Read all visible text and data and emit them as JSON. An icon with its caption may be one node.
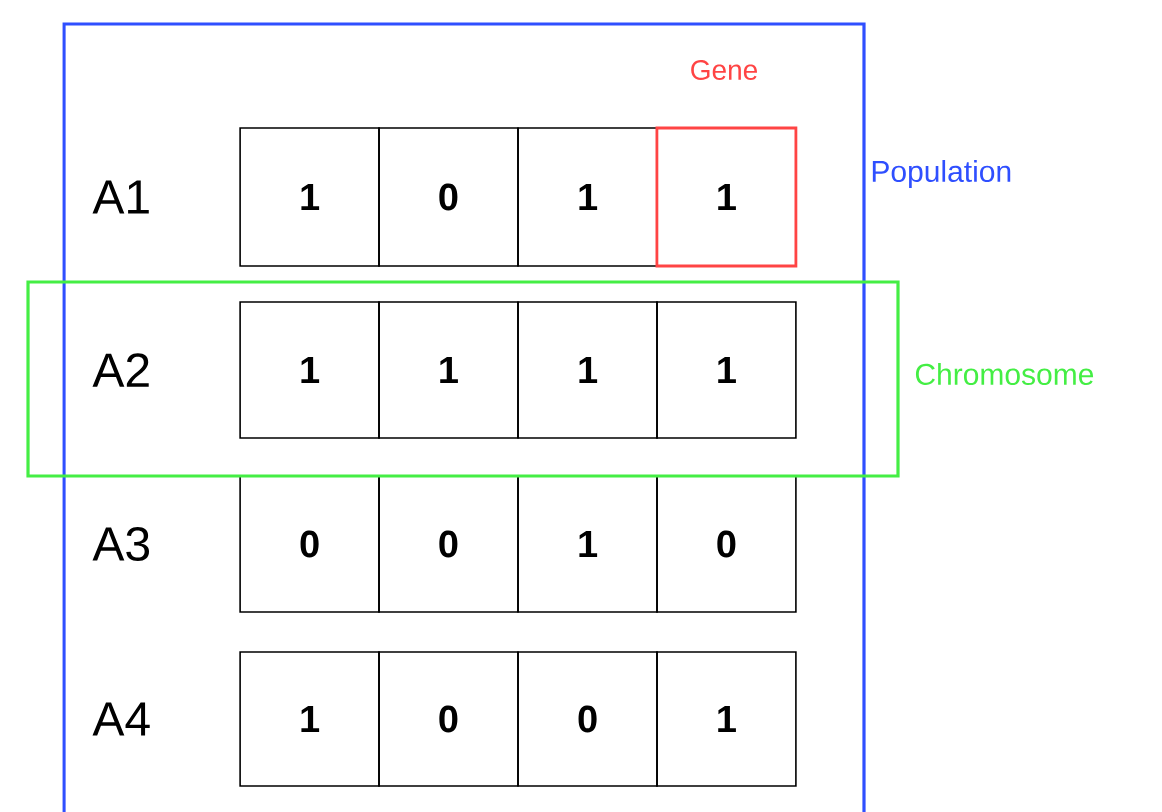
{
  "diagram": {
    "nodes": [
      {
        "text": [
          "Population"
        ]
      },
      {
        "text": [
          "Chromosome"
        ]
      },
      {
        "text": [
          "1"
        ],
        "in": 0
      },
      {
        "text": [
          "0"
        ],
        "in": 0
      },
      {
        "text": [
          "1"
        ],
        "in": 0
      },
      {
        "text": [
          "Gene",
          "1"
        ],
        "in": 0
      },
      {
        "text": [
          "1"
        ],
        "in": 1
      },
      {
        "text": [
          "1"
        ],
        "in": 1
      },
      {
        "text": [
          "1"
        ],
        "in": 1
      },
      {
        "text": [
          "1"
        ],
        "in": 1
      },
      {
        "text": [
          "0"
        ],
        "in": 0
      },
      {
        "text": [
          "0"
        ],
        "in": 0
      },
      {
        "text": [
          "1"
        ],
        "in": 0
      },
      {
        "text": [
          "0"
        ],
        "in": 0
      },
      {
        "text": [
          "1"
        ],
        "in": 0
      },
      {
        "text": [
          "0"
        ],
        "in": 0
      },
      {
        "text": [
          "0"
        ],
        "in": 0
      },
      {
        "text": [
          "1"
        ],
        "in": 0
      }
    ],
    "labels": [
      "A1",
      "A2",
      "A3",
      "A4"
    ]
  }
}
